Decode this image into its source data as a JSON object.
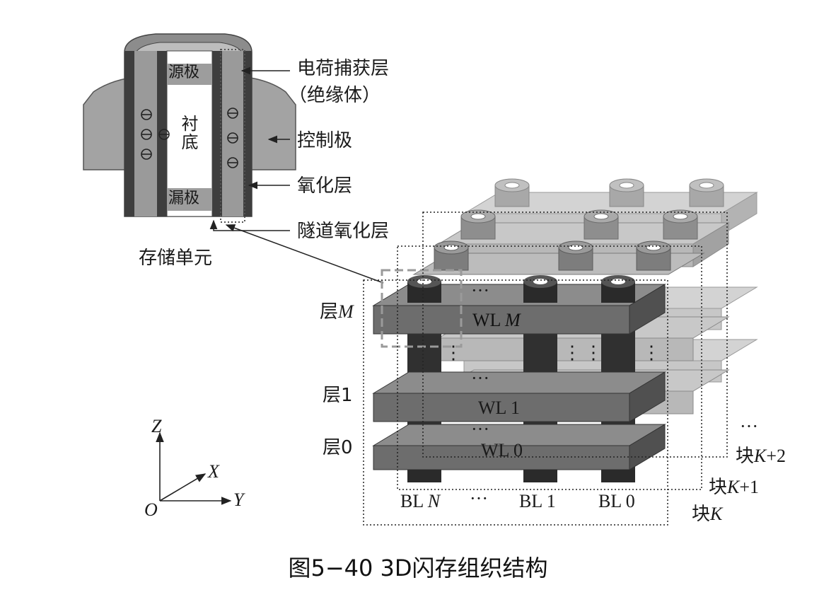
{
  "cell": {
    "title": "存储单元",
    "substrate": "衬底",
    "source": "源极",
    "drain": "漏极",
    "charge_trap": "电荷捕获层",
    "insulator": "（绝缘体）",
    "control_gate": "控制极",
    "oxide": "氧化层",
    "tunnel_oxide": "隧道氧化层",
    "electron_symbol": "⊖"
  },
  "array": {
    "layer_prefix": "层",
    "layer_M_var": "M",
    "layer_1": "层1",
    "layer_0": "层0",
    "wl_M_prefix": "WL ",
    "wl_M_var": "M",
    "wl_1": "WL 1",
    "wl_0": "WL 0",
    "bl_N_prefix": "BL ",
    "bl_N_var": "N",
    "bl_dots": "···",
    "bl_1": "BL 1",
    "bl_0": "BL 0",
    "block_prefix": "块",
    "block_K_var": "K",
    "block_K1_suffix": "+1",
    "block_K2_suffix": "+2",
    "block_more": "···",
    "row_dots": "···",
    "col_dots": "⋮"
  },
  "axes": {
    "z": "Z",
    "x": "X",
    "y": "Y",
    "o": "O"
  },
  "caption": "图5−40  3D闪存组织结构"
}
